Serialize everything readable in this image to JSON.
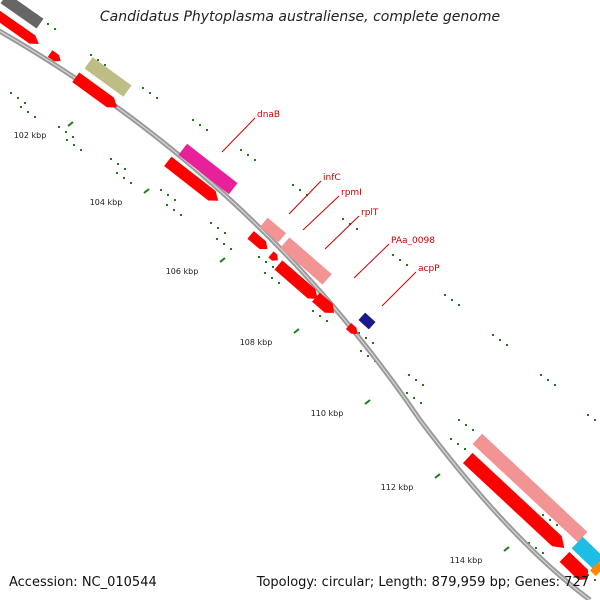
{
  "title": "Candidatus Phytoplasma australiense, complete genome",
  "accession_label": "Accession: NC_010544",
  "summary_label": "Topology: circular; Length: 879,959 bp; Genes: 727",
  "colors": {
    "backbone": "#8a8a8a",
    "tick": "#1d7d1d",
    "label": "#cc0000",
    "forward_cds": "#ff0000",
    "rrna_like": "#f29494",
    "trna_like": "#1a1a8c",
    "other_gray": "#666666",
    "olive": "#bdbd85",
    "magenta": "#e8209a",
    "cyan": "#1ebde6"
  },
  "ticks": [
    {
      "label": "102 kbp"
    },
    {
      "label": "104 kbp"
    },
    {
      "label": "106 kbp"
    },
    {
      "label": "108 kbp"
    },
    {
      "label": "110 kbp"
    },
    {
      "label": "112 kbp"
    },
    {
      "label": "114 kbp"
    }
  ],
  "gene_labels": [
    {
      "text": "dnaB"
    },
    {
      "text": "infC"
    },
    {
      "text": "rpmI"
    },
    {
      "text": "rplT"
    },
    {
      "text": "PAa_0098"
    },
    {
      "text": "acpP"
    }
  ]
}
